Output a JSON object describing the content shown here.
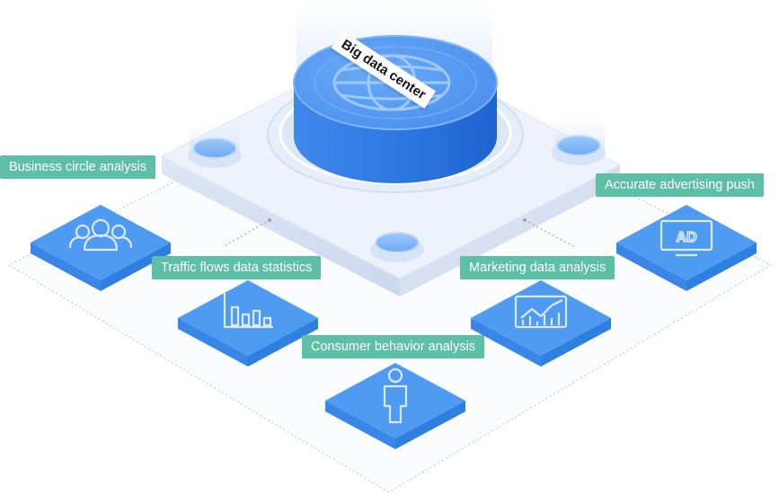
{
  "center": {
    "label": "Big data center"
  },
  "modules": [
    {
      "key": "business",
      "label": "Business circle analysis",
      "icon": "people-group-icon"
    },
    {
      "key": "traffic",
      "label": "Traffic flows data statistics",
      "icon": "bar-chart-icon"
    },
    {
      "key": "consumer",
      "label": "Consumer behavior analysis",
      "icon": "person-icon"
    },
    {
      "key": "marketing",
      "label": "Marketing data analysis",
      "icon": "trend-chart-icon"
    },
    {
      "key": "advertising",
      "label": "Accurate advertising push",
      "icon": "ad-screen-icon"
    }
  ],
  "colors": {
    "tile_top": "#4f9bf1",
    "tile_side": "#2f7fe0",
    "label_bg": "#5dbfa6",
    "platform_top": "#e9effa",
    "cylinder": "#4a92f0"
  }
}
